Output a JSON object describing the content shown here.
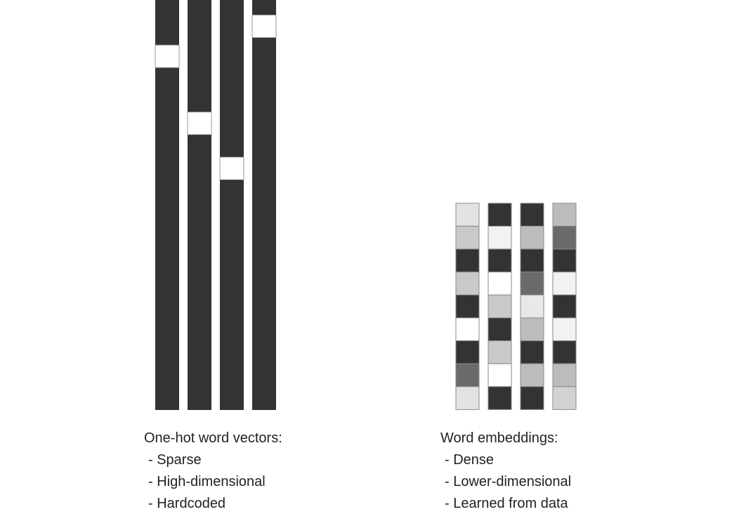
{
  "onehot": {
    "heading": "One-hot word vectors:",
    "items": [
      "- Sparse",
      "- High-dimensional",
      "- Hardcoded"
    ],
    "vectors": [
      {
        "hot_fraction": 0.33
      },
      {
        "hot_fraction": 0.82
      },
      {
        "hot_fraction": 1.15
      },
      {
        "hot_fraction": 0.11
      }
    ],
    "dimension": 3.0,
    "color_off": "#333333",
    "color_on": "#ffffff"
  },
  "embeddings": {
    "heading": "Word embeddings:",
    "items": [
      "- Dense",
      "- Lower-dimensional",
      "- Learned from data"
    ],
    "vectors": [
      [
        "#e3e3e3",
        "#c9c9c9",
        "#333333",
        "#c9c9c9",
        "#333333",
        "#ffffff",
        "#333333",
        "#6a6a6a",
        "#e3e3e3"
      ],
      [
        "#333333",
        "#f2f2f2",
        "#333333",
        "#ffffff",
        "#c9c9c9",
        "#333333",
        "#c9c9c9",
        "#ffffff",
        "#333333"
      ],
      [
        "#333333",
        "#bcbcbc",
        "#333333",
        "#6a6a6a",
        "#e8e8e8",
        "#bcbcbc",
        "#333333",
        "#bcbcbc",
        "#333333"
      ],
      [
        "#bcbcbc",
        "#6a6a6a",
        "#333333",
        "#f2f2f2",
        "#333333",
        "#f2f2f2",
        "#333333",
        "#bcbcbc",
        "#d2d2d2"
      ]
    ]
  }
}
